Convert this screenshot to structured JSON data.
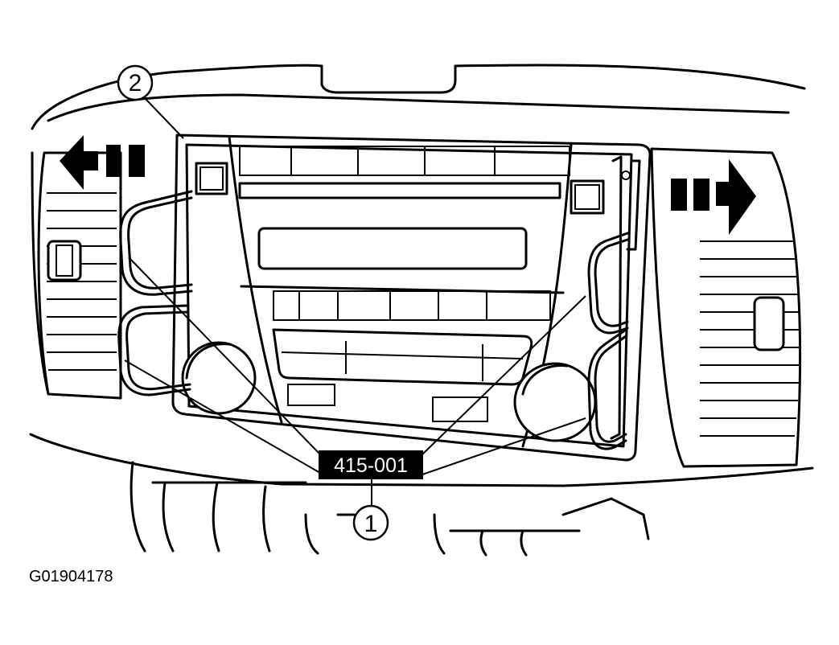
{
  "callouts": {
    "one": "1",
    "two": "2"
  },
  "tool_label": "415-001",
  "figure_id": "G01904178",
  "arrows": {
    "left": "arrow-left-icon",
    "right": "arrow-right-icon"
  },
  "colors": {
    "ink": "#000000",
    "paper": "#ffffff"
  }
}
